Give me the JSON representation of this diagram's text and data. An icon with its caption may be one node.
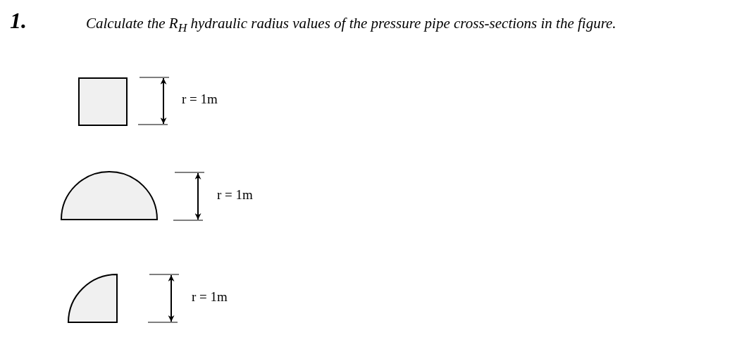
{
  "diagram": {
    "labels": [
      "1.",
      "Calculate the R$_{H}$  hydraulic radius values of the pressure pipe cross-sections in the figure.",
      "r = 1m",
      "r = 1m",
      "r = 1m"
    ]
  }
}
